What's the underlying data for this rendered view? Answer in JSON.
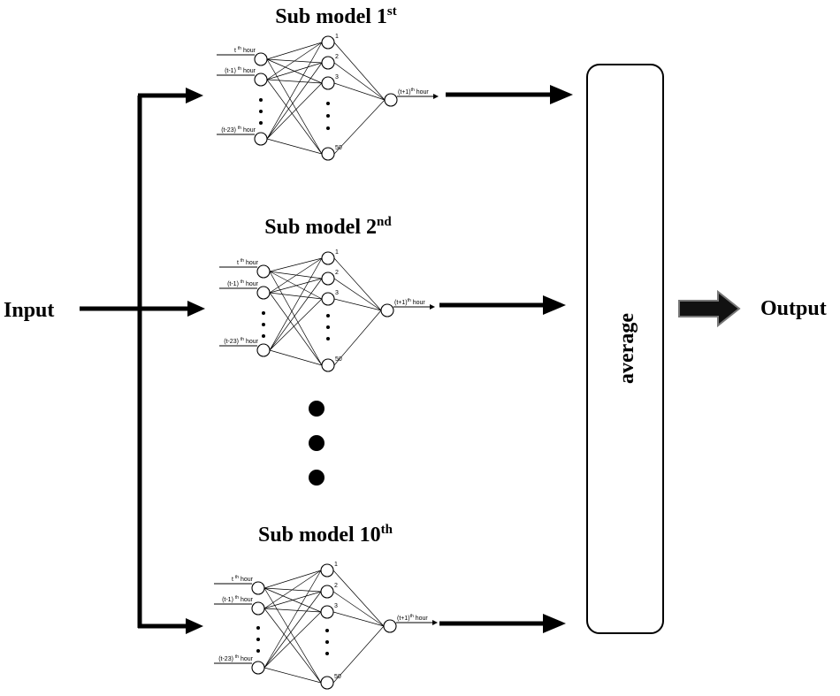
{
  "input_label": "Input",
  "output_label": "Output",
  "average_label": "average",
  "submodels": [
    {
      "title": "Sub model 1",
      "title_sup": "st",
      "inputs": [
        {
          "main": "t",
          "sup": "th",
          "tail": "hour"
        },
        {
          "main": "(t-1)",
          "sup": "th",
          "tail": "hour"
        },
        {
          "main": "(t-23)",
          "sup": "th",
          "tail": "hour"
        }
      ],
      "hidden_labels": [
        "1",
        "2",
        "3",
        "50"
      ],
      "output": {
        "main": "(t+1)",
        "sup": "th",
        "tail": "hour"
      }
    },
    {
      "title": "Sub model 2",
      "title_sup": "nd",
      "inputs": [
        {
          "main": "t",
          "sup": "th",
          "tail": "hour"
        },
        {
          "main": "(t-1)",
          "sup": "th",
          "tail": "hour"
        },
        {
          "main": "(t-23)",
          "sup": "th",
          "tail": "hour"
        }
      ],
      "hidden_labels": [
        "1",
        "2",
        "3",
        "50"
      ],
      "output": {
        "main": "(t+1)",
        "sup": "th",
        "tail": "hour"
      }
    },
    {
      "title": "Sub model 10",
      "title_sup": "th",
      "inputs": [
        {
          "main": "t",
          "sup": "th",
          "tail": "hour"
        },
        {
          "main": "(t-1)",
          "sup": "th",
          "tail": "hour"
        },
        {
          "main": "(t-23)",
          "sup": "th",
          "tail": "hour"
        }
      ],
      "hidden_labels": [
        "1",
        "2",
        "3",
        "50"
      ],
      "output": {
        "main": "(t+1)",
        "sup": "th",
        "tail": "hour"
      }
    }
  ]
}
